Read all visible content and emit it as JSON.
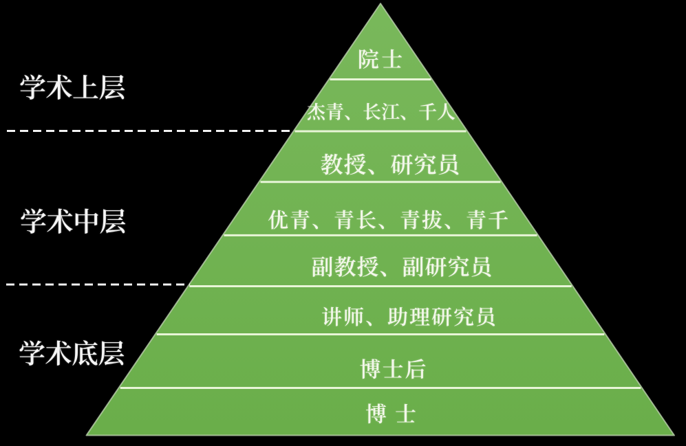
{
  "figure": {
    "background_color": "#000000",
    "pyramid": {
      "fill_top_color": "#79b85b",
      "fill_bottom_color": "#6aae4a",
      "edge_color": "#c2d4b4",
      "divider_color": "#e8f5d7",
      "text_color": "#f3f7ea",
      "levels": [
        {
          "label": "院士"
        },
        {
          "label": "杰青、长江、千人"
        },
        {
          "label": "教授、研究员"
        },
        {
          "label": "优青、青长、青拔、青千"
        },
        {
          "label": "副教授、副研究员"
        },
        {
          "label": "讲师、助理研究员"
        },
        {
          "label": "博士后"
        },
        {
          "label": "博士"
        }
      ]
    },
    "groups": [
      {
        "label": "学术上层"
      },
      {
        "label": "学术中层"
      },
      {
        "label": "学术底层"
      }
    ],
    "separator_color": "#f2f2f2",
    "label_color": "#f5f5f5"
  }
}
